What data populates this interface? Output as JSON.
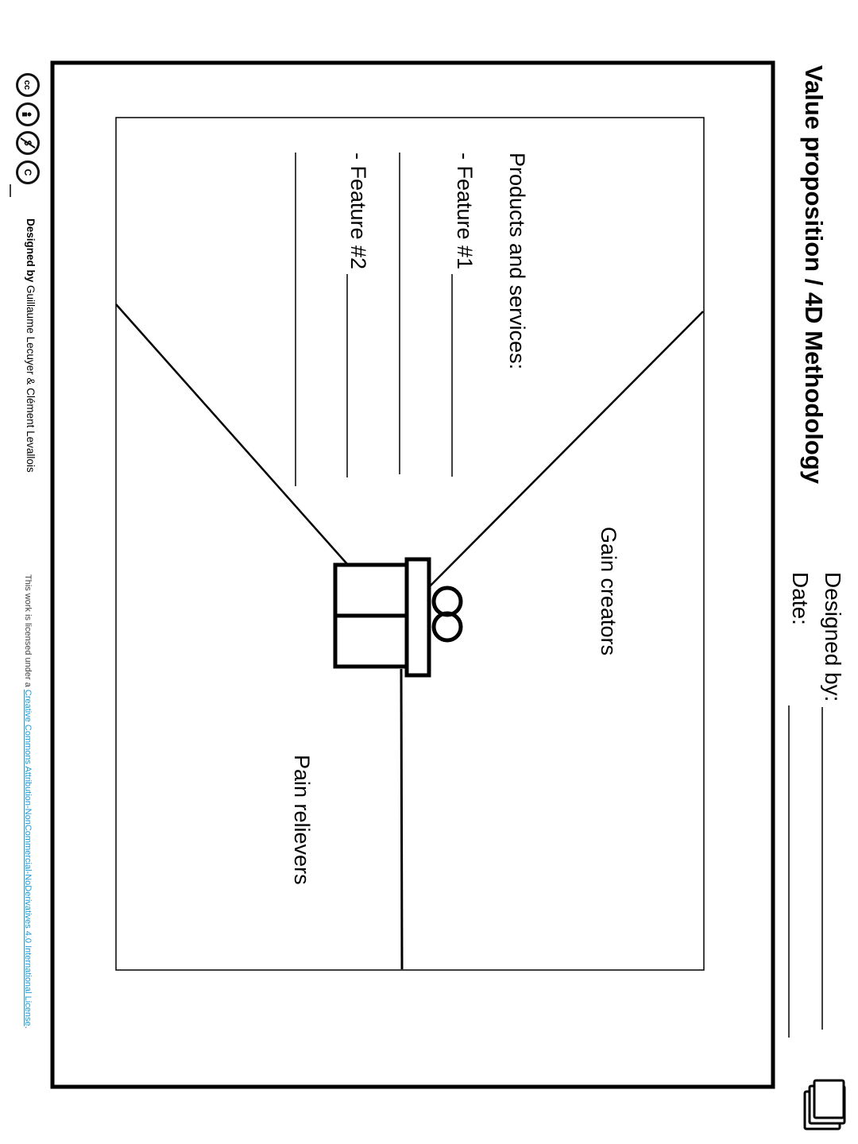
{
  "header": {
    "title": "Value proposition / 4D Methodology",
    "designed_by_label": "Designed by:",
    "date_label": "Date:"
  },
  "canvas": {
    "gain_creators": "Gain creators",
    "pain_relievers": "Pain relievers",
    "products_heading": "Products and services:",
    "feature_1": "- Feature #1",
    "feature_2": "- Feature #2"
  },
  "footer": {
    "designed_by_prefix": "Designed by",
    "designers": "Guillaume Lecuyer & Clément Levallois",
    "license_prefix": "This work is licensed under a ",
    "license_link": "Creative Commons Attribution-NonCommercial-NoDerivatives 4.0 International License",
    "license_suffix": "."
  },
  "icons": {
    "license_badges": [
      "cc-icon",
      "by-icon",
      "nc-icon",
      "nd-icon"
    ],
    "canvas_icon": "gift-icon",
    "corner_icon": "stacked-pages-icon"
  }
}
